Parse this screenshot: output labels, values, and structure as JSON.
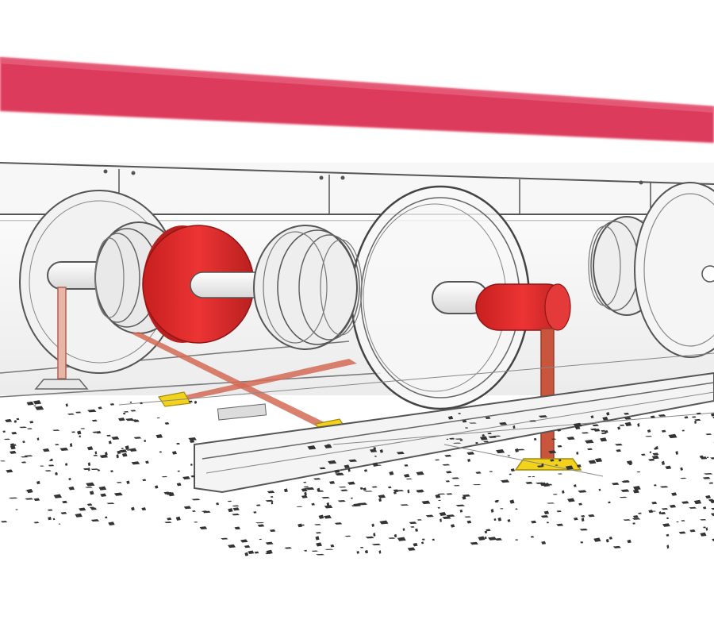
{
  "colors": {
    "background": "#ffffff",
    "beam": "#dd3a5c",
    "outline": "#555555",
    "undercarriage": "#ececec",
    "wheel_fill": "#f4f4f4",
    "red_part": "#e02a2a",
    "red_part_dark": "#b81f1f",
    "strut": "#d46a55",
    "pad": "#f2d21a",
    "ballast": "#333333",
    "rail": "#f0f0f0"
  },
  "illustration": {
    "style": "line drawing with color highlights",
    "beam_color": "pink-red",
    "highlight_color": "red",
    "pad_color": "yellow",
    "text_labels": []
  }
}
